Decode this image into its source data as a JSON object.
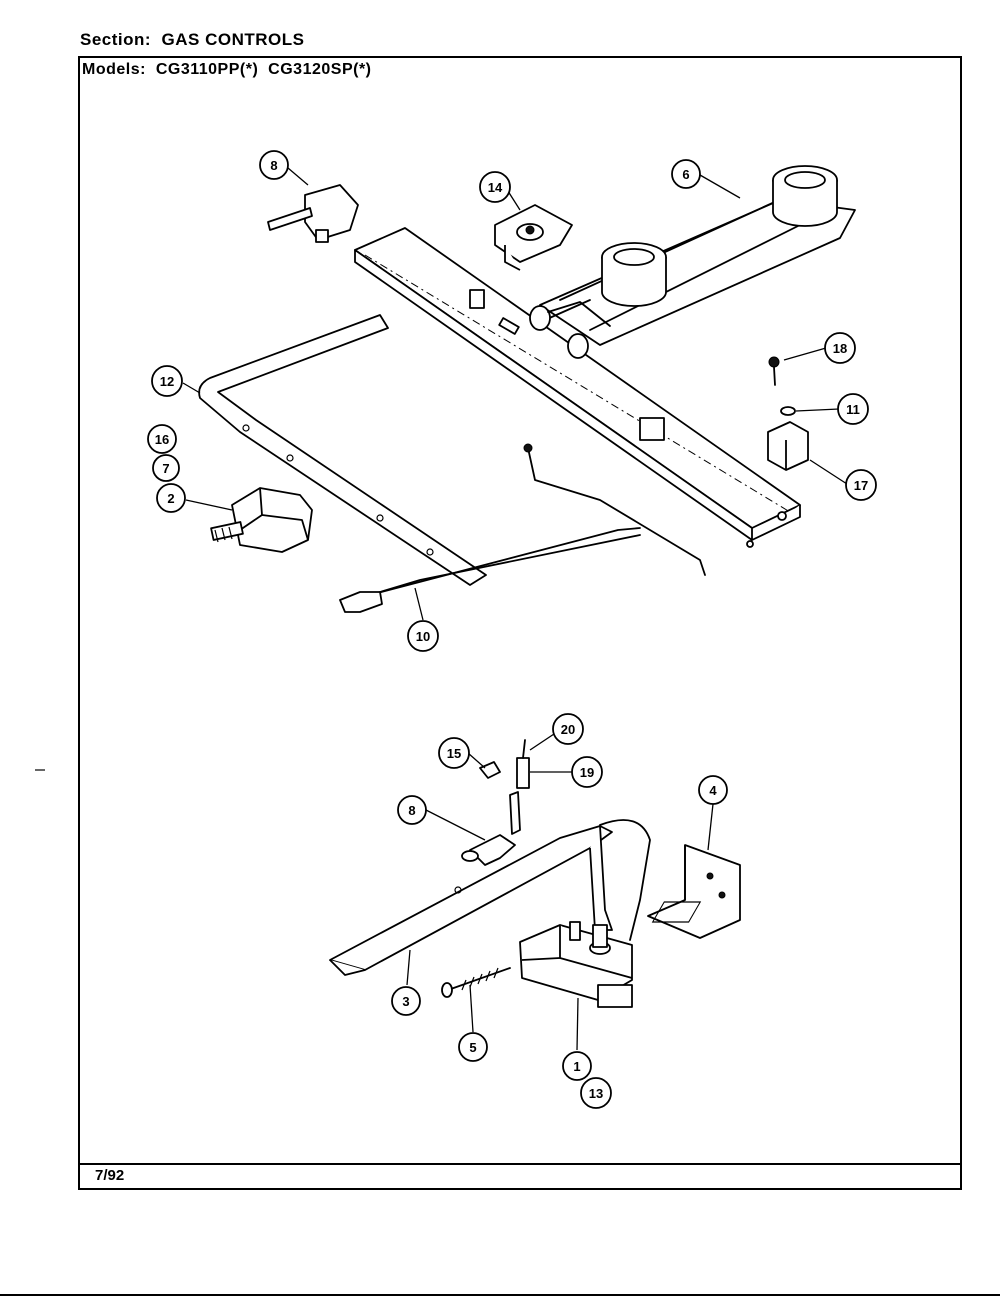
{
  "header": {
    "section_label": "Section:",
    "section_value": "GAS CONTROLS",
    "models_label": "Models:",
    "model_1": "CG3110PP(*)",
    "model_2": "CG3120SP(*)"
  },
  "footer": {
    "date_code": "7/92"
  },
  "callouts": {
    "c1": "1",
    "c2": "2",
    "c3": "3",
    "c4": "4",
    "c5": "5",
    "c6": "6",
    "c7": "7",
    "c8a": "8",
    "c8b": "8",
    "c10": "10",
    "c11": "11",
    "c12": "12",
    "c13": "13",
    "c14": "14",
    "c15": "15",
    "c16": "16",
    "c17": "17",
    "c18": "18",
    "c19": "19",
    "c20": "20"
  }
}
